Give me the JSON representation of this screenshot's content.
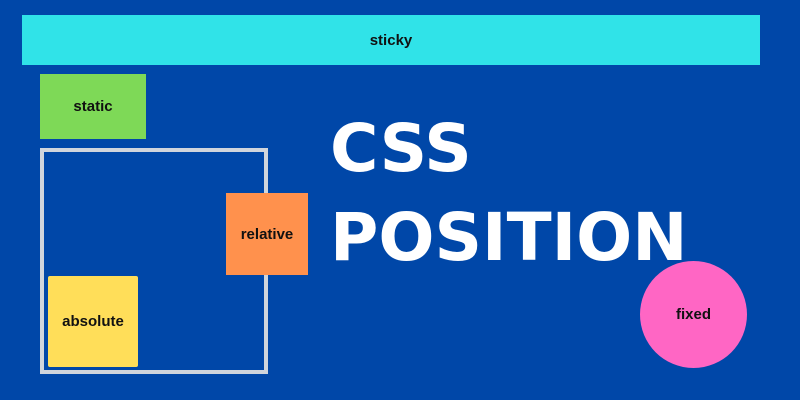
{
  "colors": {
    "background": "#0047a8",
    "sticky": "#30e3e8",
    "static": "#7ed957",
    "relative": "#ff914d",
    "absolute": "#ffde59",
    "fixed": "#ff66c4",
    "container_border": "#d0d5dc",
    "heading_text": "#ffffff"
  },
  "boxes": {
    "sticky": "sticky",
    "static": "static",
    "relative": "relative",
    "absolute": "absolute",
    "fixed": "fixed"
  },
  "heading": {
    "line1": "CSS",
    "line2": "POSITION"
  }
}
